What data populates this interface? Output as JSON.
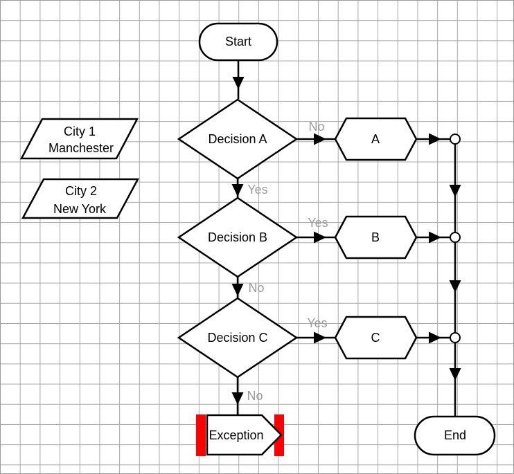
{
  "nodes": {
    "start": {
      "label": "Start"
    },
    "decision_a": {
      "label": "Decision A"
    },
    "decision_b": {
      "label": "Decision B"
    },
    "decision_c": {
      "label": "Decision C"
    },
    "process_a": {
      "label": "A"
    },
    "process_b": {
      "label": "B"
    },
    "process_c": {
      "label": "C"
    },
    "exception": {
      "label": "Exception"
    },
    "end": {
      "label": "End"
    },
    "city_1": {
      "line1": "City 1",
      "line2": "Manchester"
    },
    "city_2": {
      "line1": "City 2",
      "line2": "New York"
    }
  },
  "edge_labels": {
    "decision_a_no": "No",
    "decision_a_yes": "Yes",
    "decision_b_yes": "Yes",
    "decision_b_no": "No",
    "decision_c_yes": "Yes",
    "decision_c_no": "No"
  },
  "colors": {
    "exception_bar": "#ff0000",
    "edge_label": "#9a9a9a",
    "line": "#000000",
    "grid": "#a8a8a8"
  }
}
